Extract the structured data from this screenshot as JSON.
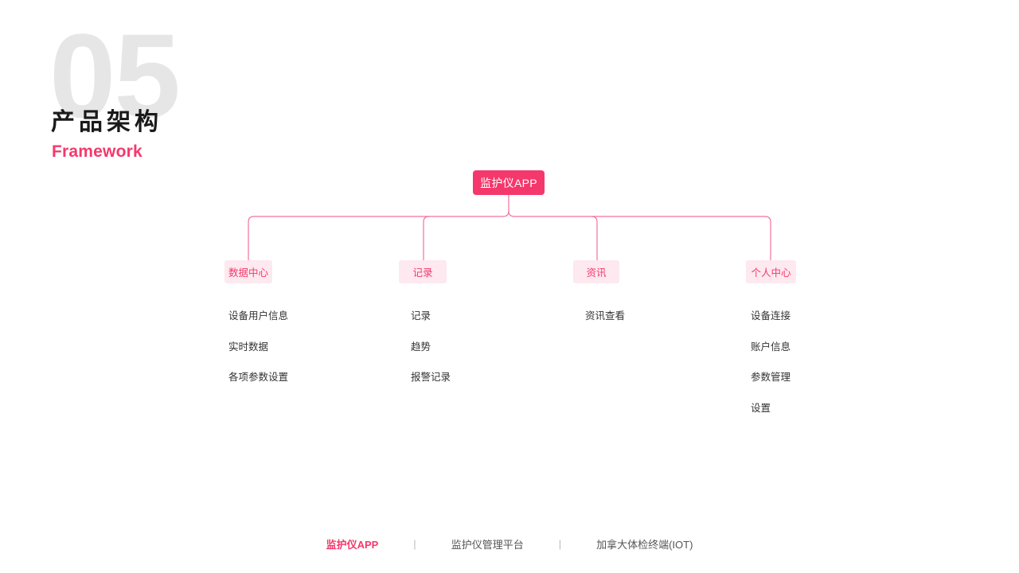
{
  "header": {
    "number": "05",
    "title_cn": "产品架构",
    "title_en": "Framework"
  },
  "diagram": {
    "root": {
      "label": "监护仪APP"
    },
    "branches": [
      {
        "label": "数据中心",
        "leaves": [
          "设备用户信息",
          "实时数据",
          "各项参数设置"
        ]
      },
      {
        "label": "记录",
        "leaves": [
          "记录",
          "趋势",
          "报警记录"
        ]
      },
      {
        "label": "资讯",
        "leaves": [
          "资讯查看"
        ]
      },
      {
        "label": "个人中心",
        "leaves": [
          "设备连接",
          "账户信息",
          "参数管理",
          "设置"
        ]
      }
    ]
  },
  "footer": {
    "items": [
      {
        "label": "监护仪APP",
        "active": true
      },
      {
        "label": "监护仪管理平台",
        "active": false
      },
      {
        "label": "加拿大体检终端(IOT)",
        "active": false
      }
    ],
    "separator": "|"
  },
  "colors": {
    "accent": "#f5386c",
    "accent_soft": "#fde9ef",
    "number_gray": "#e6e6e6",
    "text_dark": "#1a1a1a",
    "text_body": "#333333",
    "connector": "#f5719a"
  }
}
